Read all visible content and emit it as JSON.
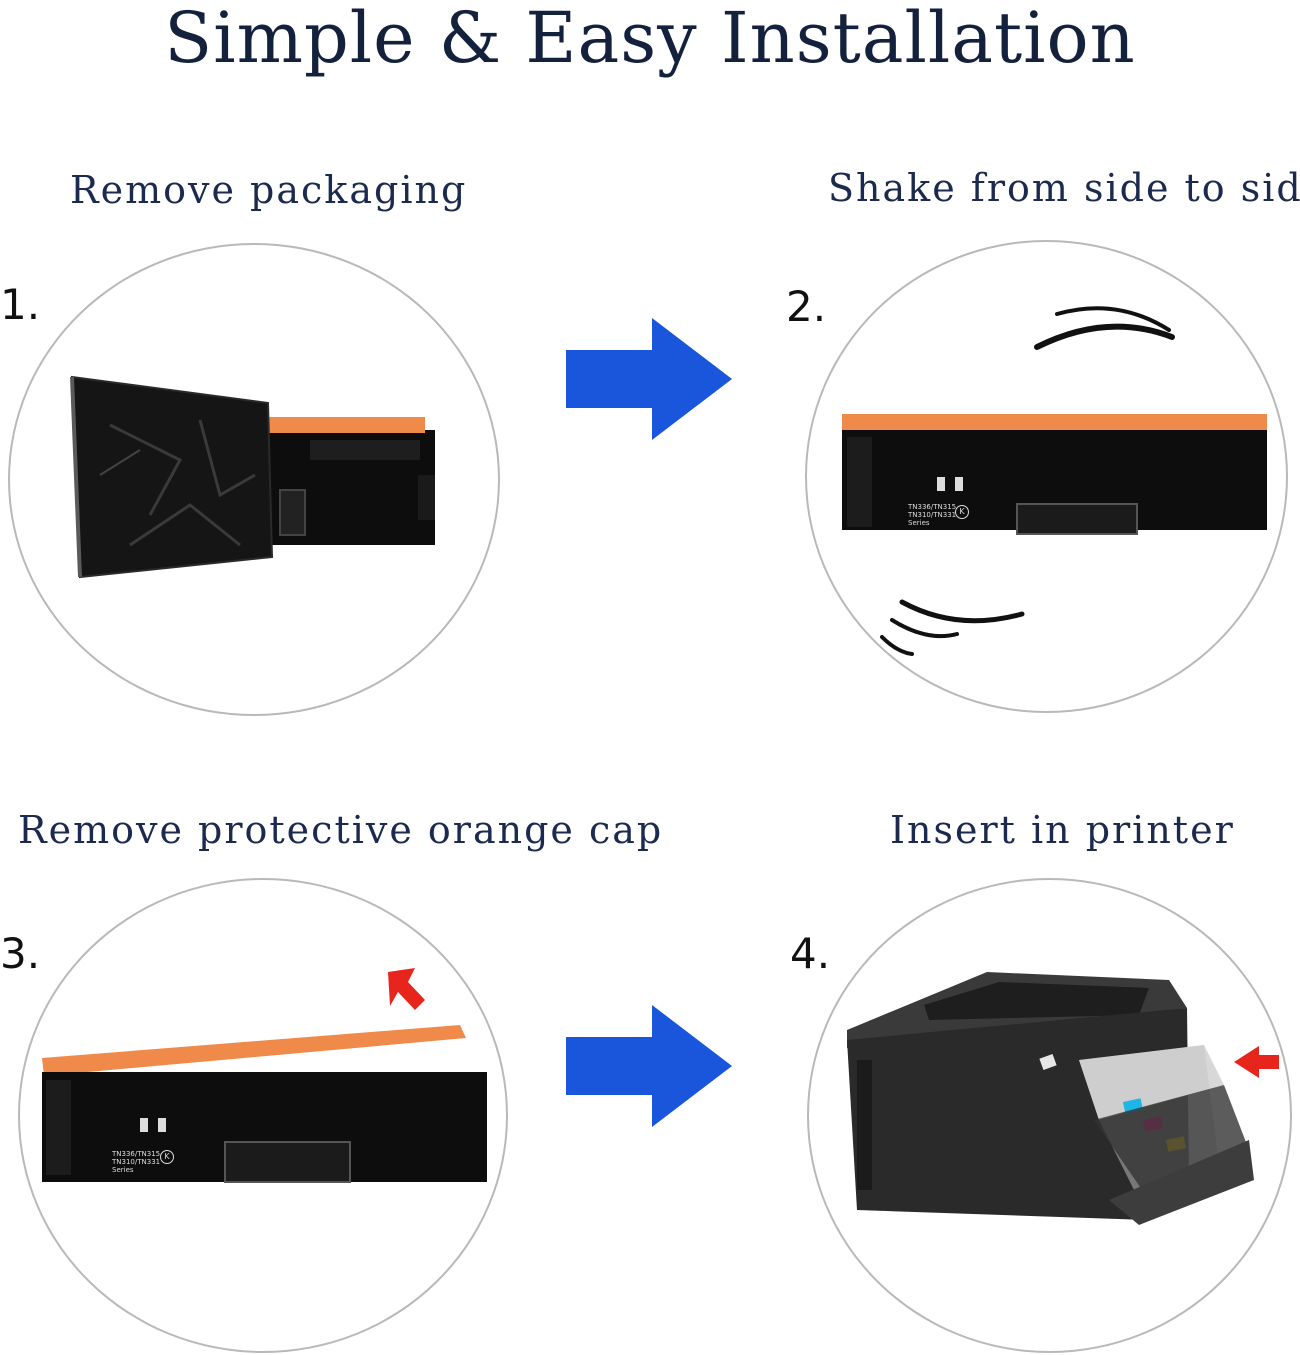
{
  "header": {
    "title": "Simple & Easy Installation"
  },
  "steps": [
    {
      "number": "1.",
      "caption": "Remove packaging",
      "icon": "toner-in-bag-icon"
    },
    {
      "number": "2.",
      "caption": "Shake from side to side",
      "icon": "toner-shake-icon"
    },
    {
      "number": "3.",
      "caption": "Remove protective orange cap",
      "icon": "toner-cap-removal-icon"
    },
    {
      "number": "4.",
      "caption": "Insert in printer",
      "icon": "printer-insert-icon"
    }
  ],
  "cartridge_label": {
    "line1": "TN336/TN315",
    "line2": "TN310/TN331",
    "line3": "Series",
    "badge": "K"
  },
  "colors": {
    "title": "#14213d",
    "arrow_blue": "#1a56db",
    "cap_orange": "#f08a4b",
    "pointer_red": "#e8251c",
    "cyan": "#1fb6e6",
    "magenta": "#e0208a",
    "yellow": "#f5d21a"
  }
}
